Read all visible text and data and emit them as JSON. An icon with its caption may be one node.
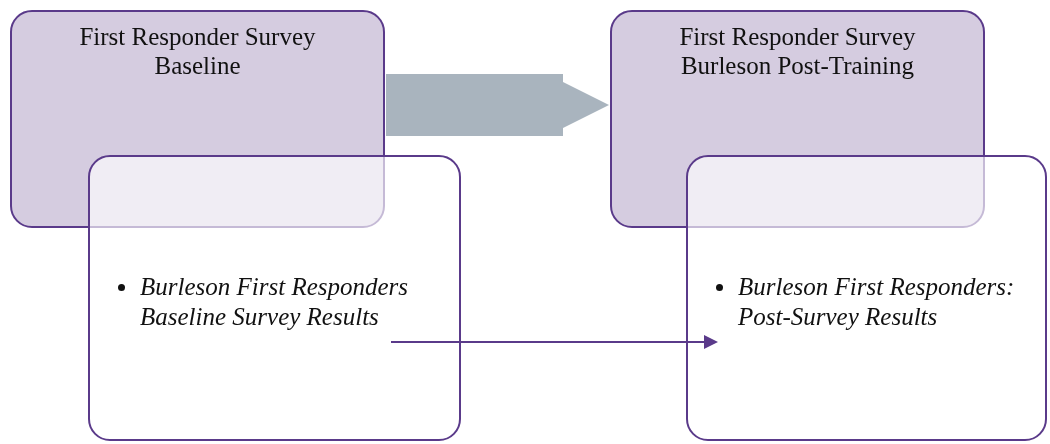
{
  "diagram": {
    "nodes": [
      {
        "text": [
          "First Responder Survey Baseline"
        ]
      },
      {
        "text": [
          "Burleson First Responders Baseline Survey Results"
        ]
      },
      {
        "text": [
          "First Responder Survey Burleson Post-Training"
        ]
      },
      {
        "text": [
          "Burleson First Responders: Post-Survey Results"
        ]
      }
    ],
    "edges": [
      {
        "from": 0,
        "to": 2,
        "arrow": "to",
        "style": "thick",
        "color": "#a9b4be"
      },
      {
        "from": 1,
        "to": 3,
        "arrow": "to",
        "color": "#5a3a8a"
      }
    ]
  }
}
